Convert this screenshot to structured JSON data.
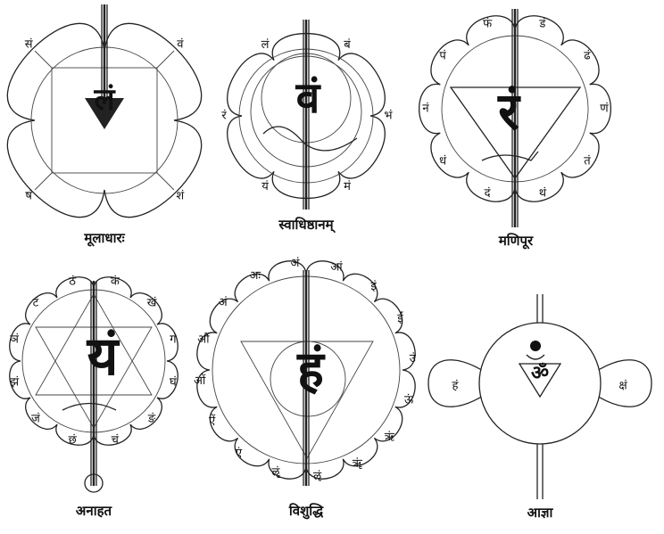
{
  "chakras": [
    {
      "name": "मूलाधारः",
      "bija": "लं",
      "letters": [
        "वं",
        "शं",
        "षं",
        "सं"
      ]
    },
    {
      "name": "स्वाधिष्ठानम्",
      "bija": "वं",
      "letters": [
        "बं",
        "भं",
        "मं",
        "यं",
        "रं",
        "लं"
      ]
    },
    {
      "name": "मणिपूर",
      "bija": "रं",
      "letters": [
        "डं",
        "ढं",
        "णं",
        "तं",
        "थं",
        "दं",
        "धं",
        "नं",
        "पं",
        "फं"
      ]
    },
    {
      "name": "अनाहत",
      "bija": "यं",
      "letters": [
        "कं",
        "खं",
        "गं",
        "घं",
        "ङं",
        "चं",
        "छं",
        "जं",
        "झं",
        "ञं",
        "टं",
        "ठं"
      ]
    },
    {
      "name": "विशुद्धि",
      "bija": "हं",
      "letters": [
        "अं",
        "आं",
        "इं",
        "ईं",
        "उं",
        "ऊं",
        "ऋं",
        "ॠं",
        "ऌं",
        "ॡं",
        "एं",
        "ऐं",
        "ओं",
        "औं",
        "अं",
        "अः"
      ]
    },
    {
      "name": "आज्ञा",
      "bija": "ॐ",
      "letters": [
        "हं",
        "क्षं"
      ]
    }
  ]
}
